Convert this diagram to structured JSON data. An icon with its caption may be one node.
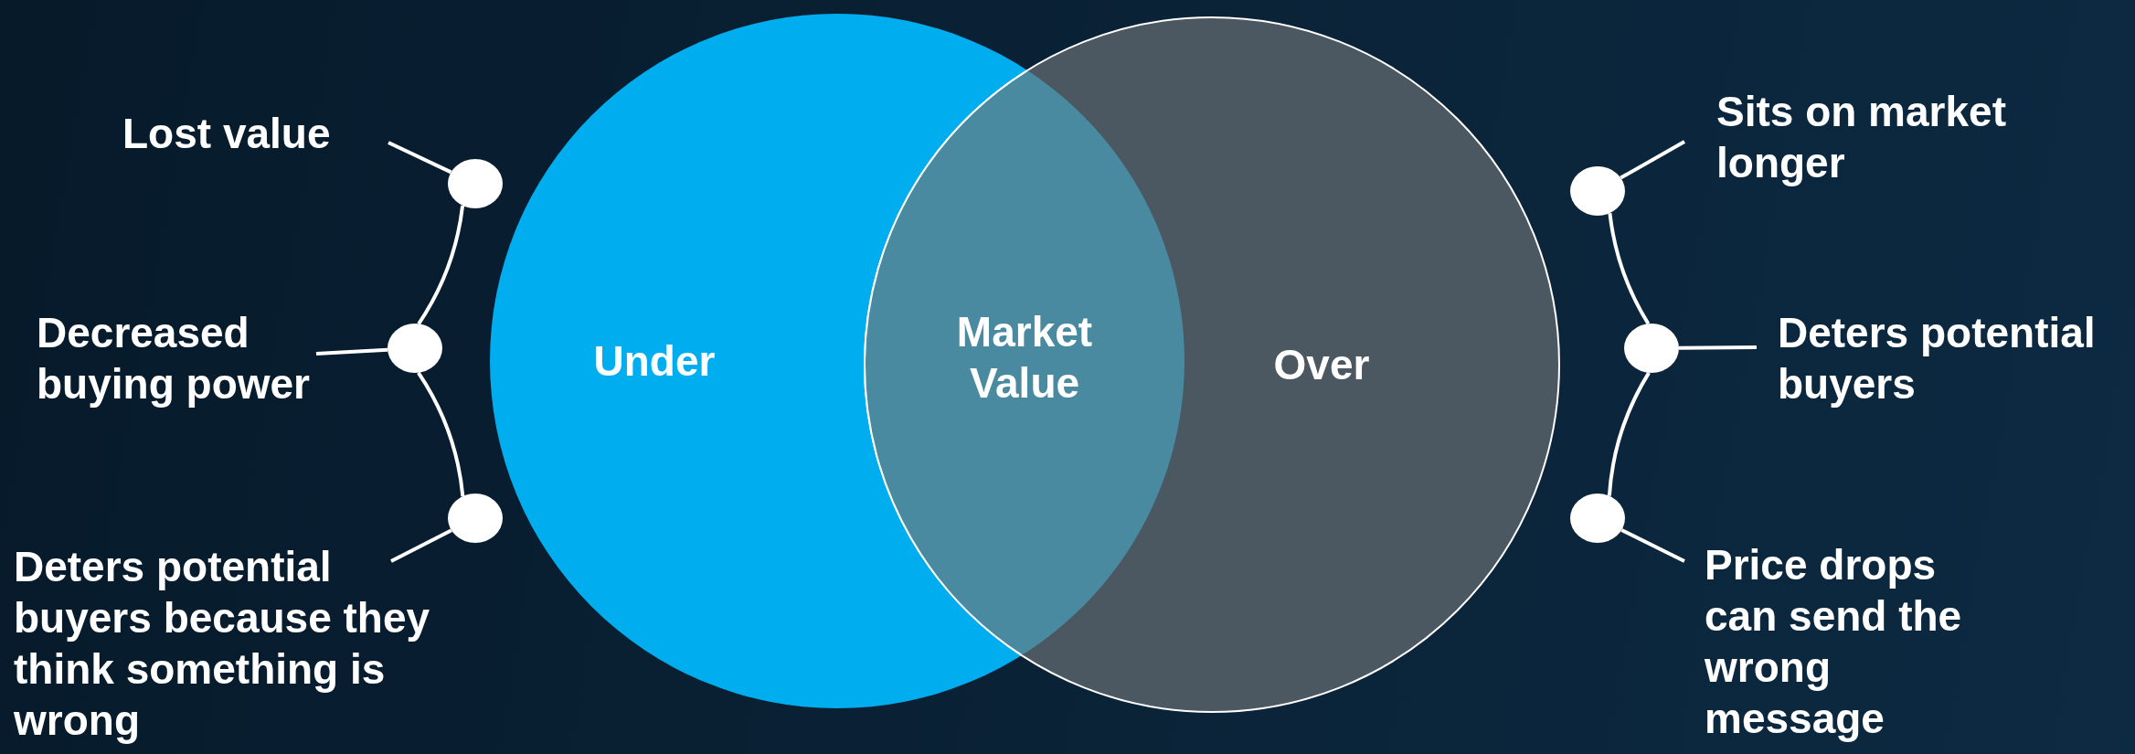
{
  "diagram": {
    "nodes": [
      {
        "text": [
          "Lost value"
        ]
      },
      {
        "text": [],
        "shape": "circle"
      },
      {
        "text": [
          "Decreased buying power"
        ]
      },
      {
        "text": [],
        "shape": "circle"
      },
      {
        "text": [
          "Deters potential buyers because they think something is wrong"
        ]
      },
      {
        "text": [],
        "shape": "circle"
      },
      {
        "text": [
          "Under"
        ]
      },
      {
        "text": [
          "Over"
        ]
      },
      {
        "text": [],
        "shape": "circle"
      },
      {
        "text": [
          "Sits on market longer"
        ]
      },
      {
        "text": [],
        "shape": "circle"
      },
      {
        "text": [
          "Deters potential buyers"
        ]
      },
      {
        "text": [],
        "shape": "circle"
      },
      {
        "text": [
          "Price drops can send the wrong message"
        ]
      }
    ],
    "edges": [
      {
        "from": 0,
        "to": 1,
        "arrow": "none"
      },
      {
        "from": 2,
        "to": 3,
        "arrow": "none"
      },
      {
        "from": 4,
        "to": 5,
        "arrow": "none"
      },
      {
        "from": 9,
        "to": 8,
        "arrow": "none"
      },
      {
        "from": 11,
        "to": 10,
        "arrow": "none"
      },
      {
        "from": 13,
        "to": 12,
        "arrow": "none"
      },
      {
        "from": 1,
        "to": 3,
        "arrow": "none"
      },
      {
        "from": 3,
        "to": 5,
        "arrow": "none"
      },
      {
        "from": 8,
        "to": 10,
        "arrow": "none"
      },
      {
        "from": 10,
        "to": 12,
        "arrow": "none"
      }
    ],
    "labels": [
      "Market Value"
    ]
  }
}
